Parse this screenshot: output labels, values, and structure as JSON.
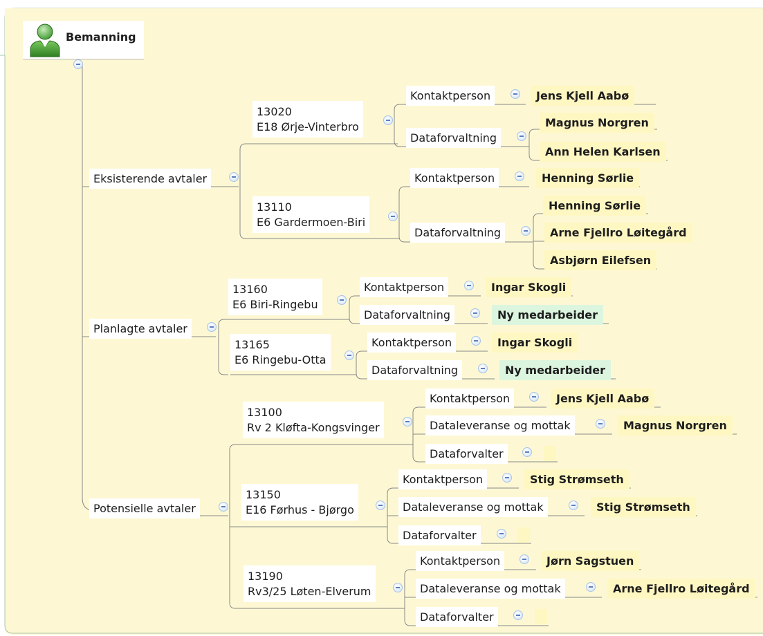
{
  "root": {
    "label": "Bemanning",
    "icon": "person-icon"
  },
  "colors": {
    "canvas": "#fdf8d3",
    "leaf": "#fff7c2",
    "leaf_new": "#dcf5df",
    "line": "#888888"
  },
  "groups": [
    {
      "label": "Eksisterende avtaler",
      "projects": [
        {
          "id": "13020",
          "name": "E18 Ørje-Vinterbro",
          "roles": [
            {
              "label": "Kontaktperson",
              "people": [
                "Jens Kjell Aabø"
              ]
            },
            {
              "label": "Dataforvaltning",
              "people": [
                "Magnus Norgren",
                "Ann Helen Karlsen"
              ]
            }
          ]
        },
        {
          "id": "13110",
          "name": "E6 Gardermoen-Biri",
          "roles": [
            {
              "label": "Kontaktperson",
              "people": [
                "Henning Sørlie"
              ]
            },
            {
              "label": "Dataforvaltning",
              "people": [
                "Henning Sørlie",
                "Arne Fjellro Løitegård",
                "Asbjørn Eilefsen"
              ]
            }
          ]
        }
      ]
    },
    {
      "label": "Planlagte avtaler",
      "projects": [
        {
          "id": "13160",
          "name": "E6 Biri-Ringebu",
          "roles": [
            {
              "label": "Kontaktperson",
              "people": [
                "Ingar Skogli"
              ]
            },
            {
              "label": "Dataforvaltning",
              "people": [
                "Ny medarbeider"
              ]
            }
          ]
        },
        {
          "id": "13165",
          "name": "E6 Ringebu-Otta",
          "roles": [
            {
              "label": "Kontaktperson",
              "people": [
                "Ingar Skogli"
              ]
            },
            {
              "label": "Dataforvaltning",
              "people": [
                "Ny medarbeider"
              ]
            }
          ]
        }
      ]
    },
    {
      "label": "Potensielle avtaler",
      "projects": [
        {
          "id": "13100",
          "name": "Rv 2 Kløfta-Kongsvinger",
          "roles": [
            {
              "label": "Kontaktperson",
              "people": [
                "Jens Kjell Aabø"
              ]
            },
            {
              "label": "Dataleveranse og mottak",
              "people": [
                "Magnus Norgren"
              ]
            },
            {
              "label": "Dataforvalter",
              "people": [
                ""
              ]
            }
          ]
        },
        {
          "id": "13150",
          "name": "E16 Førhus - Bjørgo",
          "roles": [
            {
              "label": "Kontaktperson",
              "people": [
                "Stig Strømseth"
              ]
            },
            {
              "label": "Dataleveranse og mottak",
              "people": [
                "Stig Strømseth"
              ]
            },
            {
              "label": "Dataforvalter",
              "people": [
                ""
              ]
            }
          ]
        },
        {
          "id": "13190",
          "name": "Rv3/25 Løten-Elverum",
          "roles": [
            {
              "label": "Kontaktperson",
              "people": [
                "Jørn Sagstuen"
              ]
            },
            {
              "label": "Dataleveranse og mottak",
              "people": [
                "Arne Fjellro Løitegård"
              ]
            },
            {
              "label": "Dataforvalter",
              "people": [
                ""
              ]
            }
          ]
        }
      ]
    }
  ]
}
